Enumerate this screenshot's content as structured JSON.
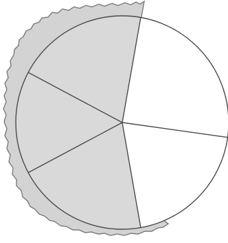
{
  "diagram": {
    "sectors": [
      {
        "id": "sector-top-left",
        "fill_state": "shaded"
      },
      {
        "id": "sector-left",
        "fill_state": "shaded"
      },
      {
        "id": "sector-bottom",
        "fill_state": "shaded"
      },
      {
        "id": "sector-top-right",
        "fill_state": "unshaded"
      },
      {
        "id": "sector-right",
        "fill_state": "unshaded"
      }
    ],
    "shaded_fraction": "3/5",
    "colors": {
      "shaded": "#d9d9d9",
      "unshaded": "#ffffff",
      "outline": "#4a4a4a",
      "torn_paper": "#d3d3d3",
      "torn_edge": "#7a7a7a"
    }
  }
}
